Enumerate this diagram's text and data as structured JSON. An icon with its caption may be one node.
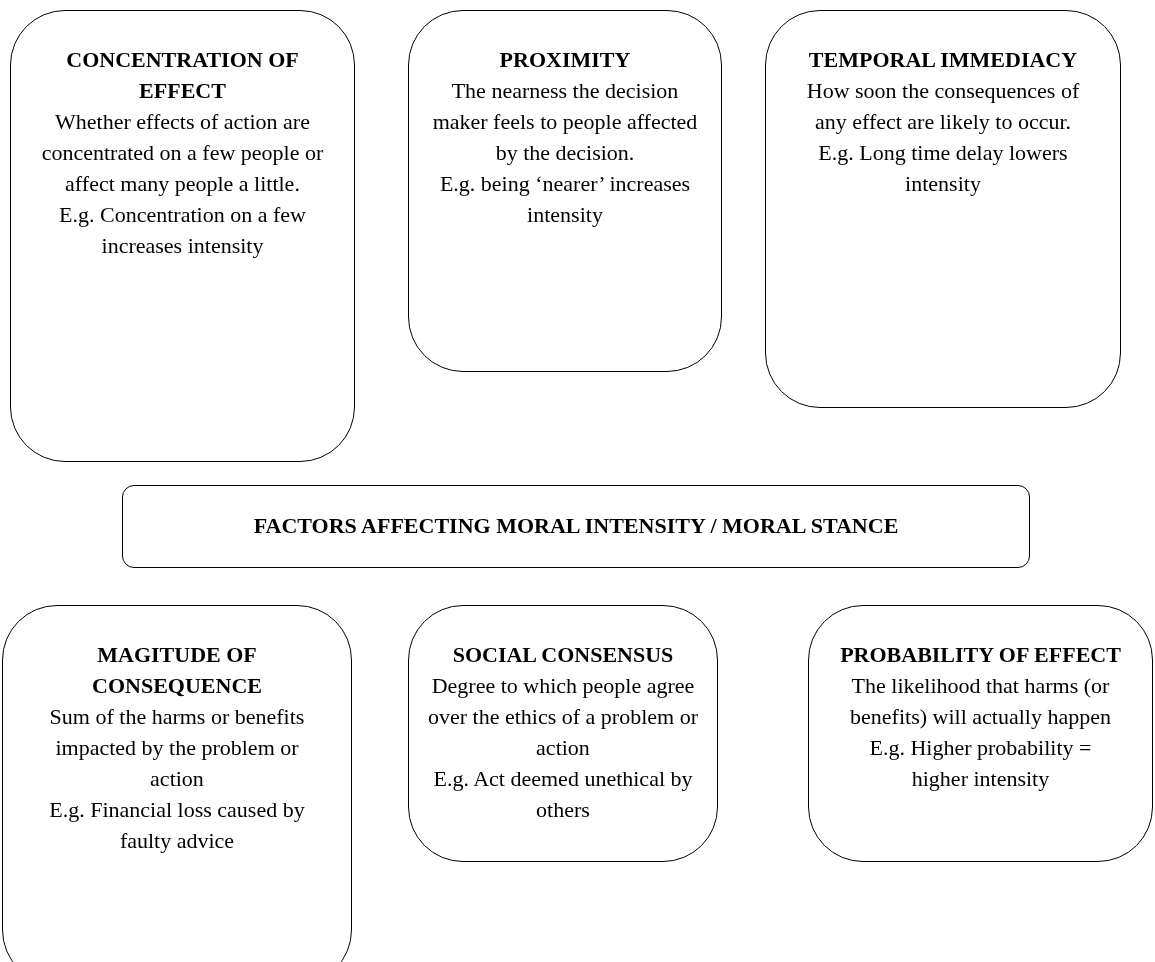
{
  "diagram": {
    "nodes": [
      {
        "text": [
          "CONCENTRATION OF EFFECT",
          "Whether effects of action are concentrated on a few people or affect many people a little.",
          "E.g. Concentration on a few increases intensity"
        ]
      },
      {
        "text": [
          "PROXIMITY",
          "The nearness the decision maker feels to people affected by the decision.",
          "E.g. being ‘nearer’ increases intensity"
        ]
      },
      {
        "text": [
          "TEMPORAL IMMEDIACY",
          "How soon the consequences of any effect are likely to occur.",
          "E.g. Long time delay lowers intensity"
        ]
      },
      {
        "text": [
          "FACTORS AFFECTING MORAL INTENSITY / MORAL STANCE"
        ]
      },
      {
        "text": [
          "MAGITUDE OF CONSEQUENCE",
          "Sum of the harms or benefits impacted by the problem or action",
          "E.g. Financial loss caused by faulty advice"
        ]
      },
      {
        "text": [
          "SOCIAL CONSENSUS",
          "Degree to which people agree over the ethics of a problem or action",
          "E.g. Act deemed unethical by others"
        ]
      },
      {
        "text": [
          "PROBABILITY OF EFFECT",
          "The likelihood that harms (or benefits) will actually happen",
          "E.g. Higher probability = higher intensity"
        ]
      }
    ]
  }
}
